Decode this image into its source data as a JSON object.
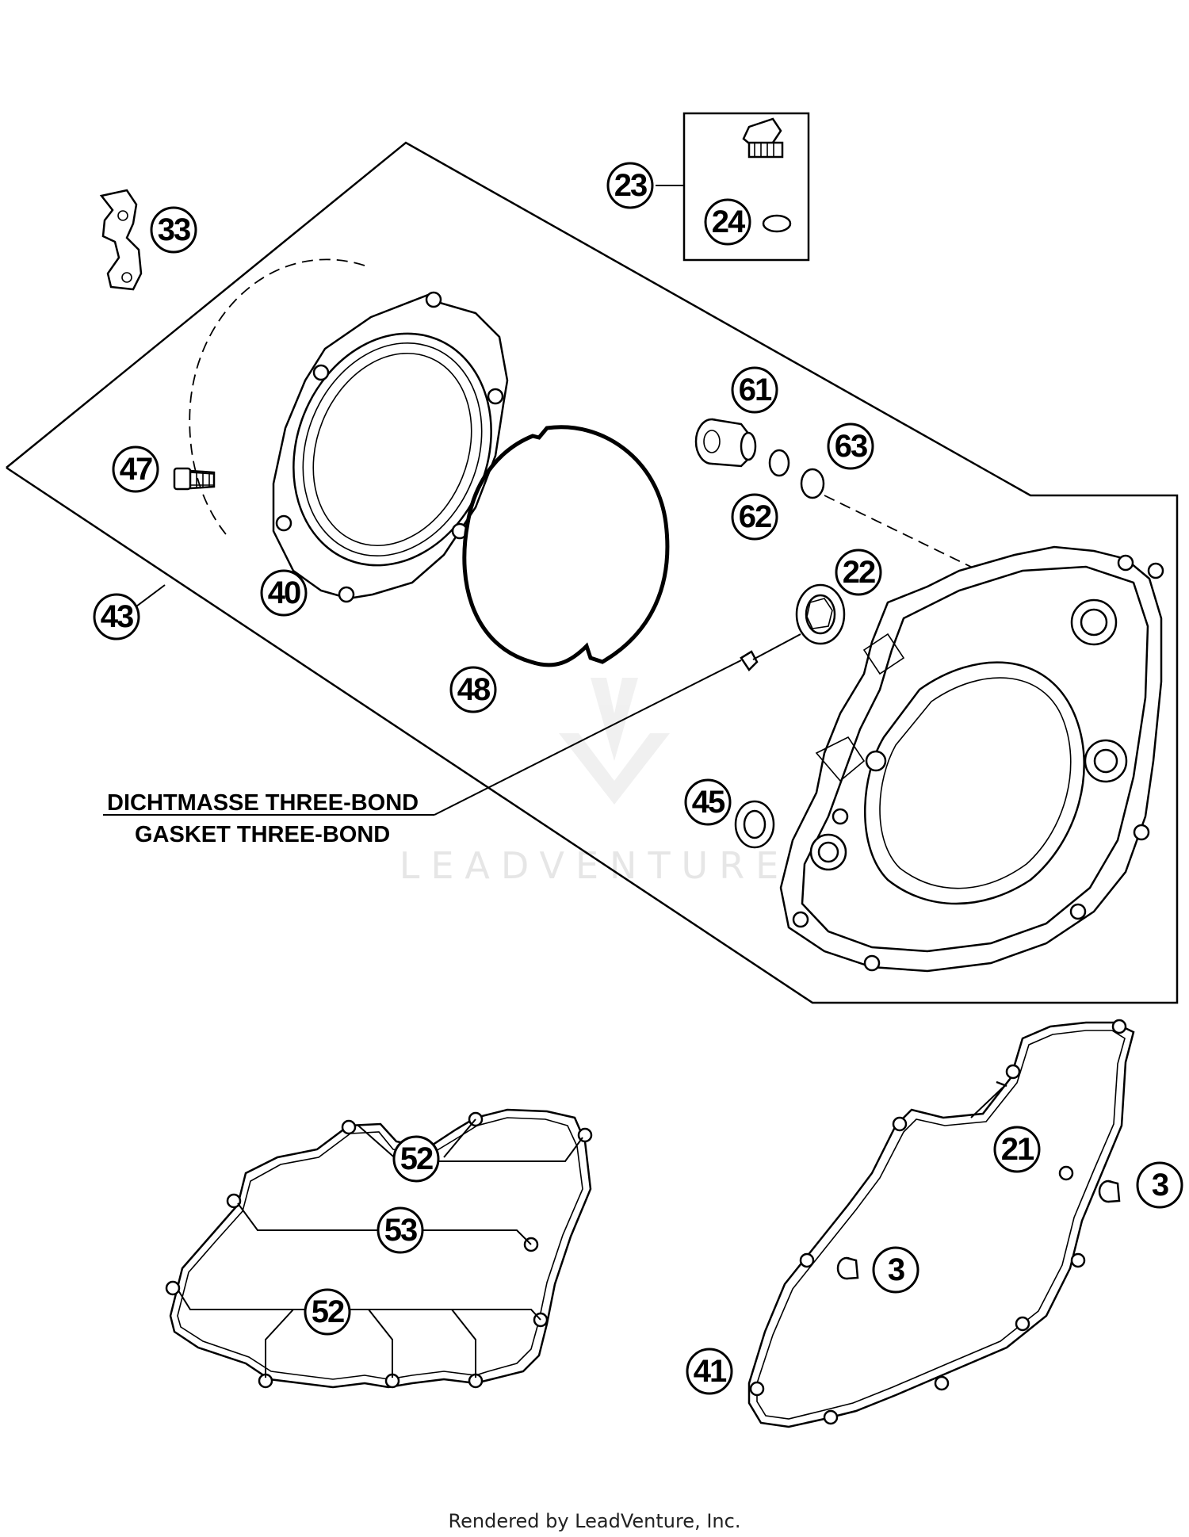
{
  "callouts": [
    {
      "label": "33"
    },
    {
      "label": "23"
    },
    {
      "label": "24"
    },
    {
      "label": "61"
    },
    {
      "label": "63"
    },
    {
      "label": "62"
    },
    {
      "label": "47"
    },
    {
      "label": "22"
    },
    {
      "label": "40"
    },
    {
      "label": "43"
    },
    {
      "label": "48"
    },
    {
      "label": "45"
    },
    {
      "label": "52"
    },
    {
      "label": "53"
    },
    {
      "label": "52"
    },
    {
      "label": "21"
    },
    {
      "label": "3"
    },
    {
      "label": "3"
    },
    {
      "label": "41"
    }
  ],
  "note": {
    "line1": "DICHTMASSE THREE-BOND",
    "line2": "GASKET THREE-BOND"
  },
  "watermark": "LEADVENTURE",
  "footer": "Rendered by LeadVenture, Inc."
}
